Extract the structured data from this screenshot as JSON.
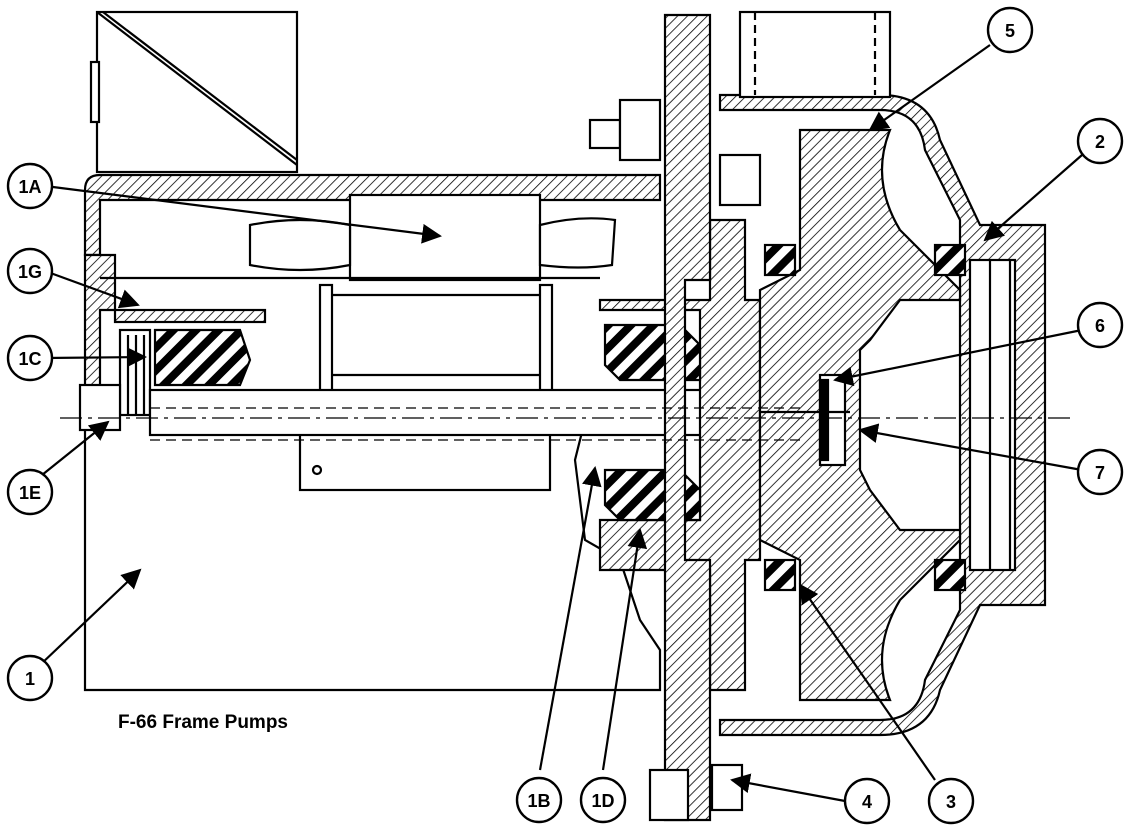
{
  "caption": "F-66 Frame Pumps",
  "callouts": [
    {
      "id": "c-1A",
      "label": "1A"
    },
    {
      "id": "c-1G",
      "label": "1G"
    },
    {
      "id": "c-1C",
      "label": "1C"
    },
    {
      "id": "c-1E",
      "label": "1E"
    },
    {
      "id": "c-1",
      "label": "1"
    },
    {
      "id": "c-1B",
      "label": "1B"
    },
    {
      "id": "c-1D",
      "label": "1D"
    },
    {
      "id": "c-5",
      "label": "5"
    },
    {
      "id": "c-2",
      "label": "2"
    },
    {
      "id": "c-6",
      "label": "6"
    },
    {
      "id": "c-7",
      "label": "7"
    },
    {
      "id": "c-4",
      "label": "4"
    },
    {
      "id": "c-3",
      "label": "3"
    }
  ]
}
